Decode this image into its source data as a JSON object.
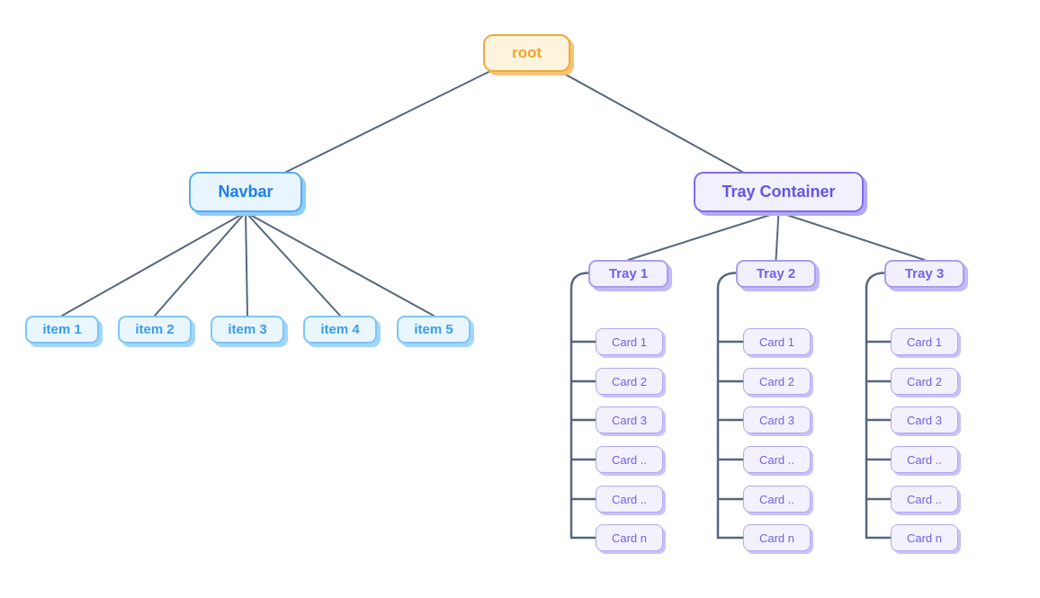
{
  "diagram": {
    "root": {
      "label": "root"
    },
    "navbar": {
      "label": "Navbar",
      "items": [
        {
          "label": "item 1"
        },
        {
          "label": "item 2"
        },
        {
          "label": "item 3"
        },
        {
          "label": "item 4"
        },
        {
          "label": "item 5"
        }
      ]
    },
    "tray_container": {
      "label": "Tray Container",
      "trays": [
        {
          "label": "Tray 1",
          "cards": [
            {
              "label": "Card 1"
            },
            {
              "label": "Card 2"
            },
            {
              "label": "Card 3"
            },
            {
              "label": "Card .."
            },
            {
              "label": "Card .."
            },
            {
              "label": "Card n"
            }
          ]
        },
        {
          "label": "Tray 2",
          "cards": [
            {
              "label": "Card 1"
            },
            {
              "label": "Card 2"
            },
            {
              "label": "Card 3"
            },
            {
              "label": "Card .."
            },
            {
              "label": "Card .."
            },
            {
              "label": "Card n"
            }
          ]
        },
        {
          "label": "Tray 3",
          "cards": [
            {
              "label": "Card 1"
            },
            {
              "label": "Card 2"
            },
            {
              "label": "Card 3"
            },
            {
              "label": "Card .."
            },
            {
              "label": "Card .."
            },
            {
              "label": "Card n"
            }
          ]
        }
      ]
    },
    "colors": {
      "canvas_bg": "#ffffff",
      "edge": "#56677d",
      "root_bg": "#fcf4dc",
      "root_border": "#f0a73e",
      "root_text": "#f2a12d",
      "root_shadow": "#f6c475",
      "navbar_bg": "#e8f5fe",
      "navbar_border": "#55a9f4",
      "navbar_text": "#1d7ef2",
      "navbar_shadow": "#8ecdf9",
      "item_bg": "#e9f6fe",
      "item_border": "#7dc5f6",
      "item_text": "#389ef0",
      "item_shadow": "#a2d6fa",
      "tray_container_bg": "#f2f0fe",
      "tray_container_border": "#7d6cec",
      "tray_container_text": "#6454e7",
      "tray_container_shadow": "#b4a8f5",
      "tray_bg": "#f2f0fe",
      "tray_border": "#a99df1",
      "tray_text": "#7161ea",
      "tray_shadow": "#c3b9f7",
      "card_bg": "#f3f1fe",
      "card_border": "#b2a7f2",
      "card_text": "#7061e9",
      "card_shadow": "#cac1f7"
    }
  }
}
